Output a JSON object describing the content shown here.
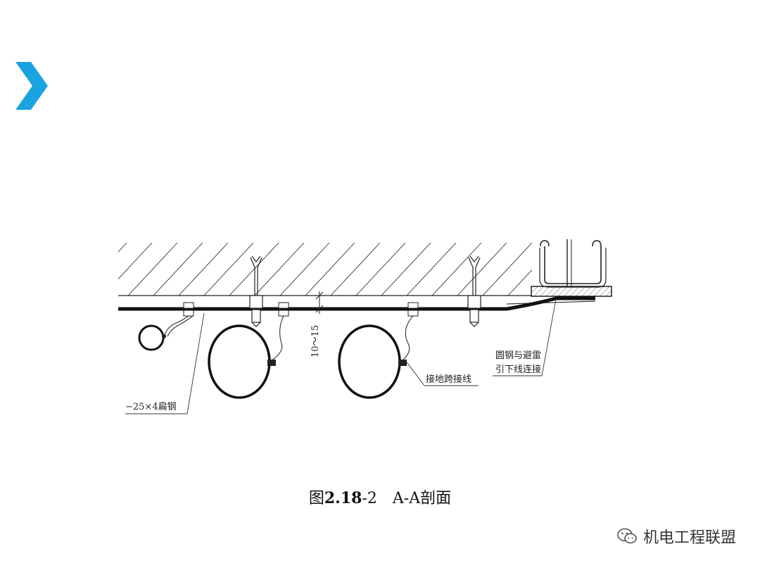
{
  "accent_color": "#1aa3e0",
  "icons": {
    "chevron": "chevron-right-icon",
    "watermark": "wechat-icon"
  },
  "labels": {
    "flat_steel": "−25×4扁钢",
    "dimension": "10～15",
    "jumper": "接地跨接线",
    "connection_line1": "圆钢与避雷",
    "connection_line2": "引下线连接"
  },
  "caption": {
    "prefix": "图",
    "number": "2.18",
    "suffix": "-2",
    "title": "A-A剖面"
  },
  "watermark": {
    "text": "机电工程联盟"
  }
}
